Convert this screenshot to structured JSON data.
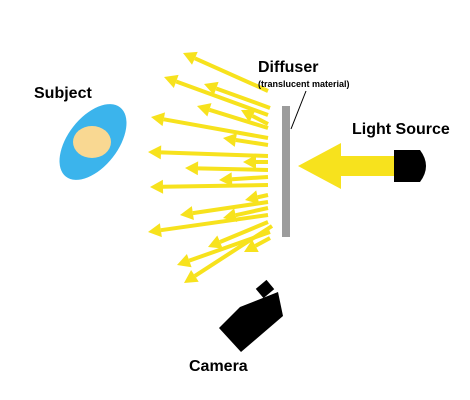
{
  "labels": {
    "subject": "Subject",
    "diffuser": "Diffuser",
    "diffuser_note": "(translucent material)",
    "light_source": "Light Source",
    "camera": "Camera"
  },
  "colors": {
    "light_ray": "#f7e21d",
    "subject_body": "#3bb4ec",
    "subject_face": "#f9d892",
    "diffuser_panel": "#9c9c9c",
    "light_housing": "#000000",
    "camera_body": "#000000"
  },
  "icons": {
    "light_source": "spotlight-icon",
    "camera": "camera-icon"
  }
}
